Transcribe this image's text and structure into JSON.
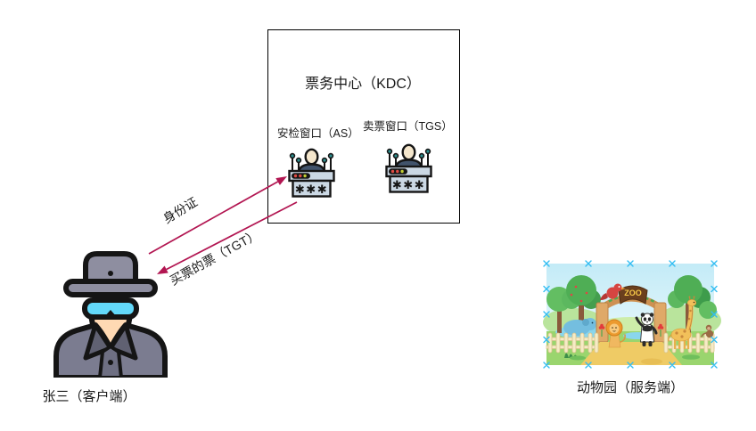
{
  "client": {
    "label": "张三（客户端）",
    "icon": "spy-icon"
  },
  "kdc": {
    "title": "票务中心（KDC）",
    "windows": [
      {
        "label": "安检窗口（AS）",
        "icon": "ticket-counter-icon",
        "counter_display": "✱✱✱"
      },
      {
        "label": "卖票窗口（TGS）",
        "icon": "ticket-counter-icon",
        "counter_display": "✱✱✱"
      }
    ]
  },
  "server": {
    "label": "动物园（服务端）",
    "sign_text": "ZOO",
    "icon": "zoo-picture"
  },
  "arrows": {
    "color": "#b21551",
    "request": {
      "label": "身份证"
    },
    "response": {
      "label": "买票的票（TGT）"
    }
  },
  "colors": {
    "selection_handle": "#33bdf2",
    "kdc_border": "#000000",
    "background": "#ffffff"
  }
}
